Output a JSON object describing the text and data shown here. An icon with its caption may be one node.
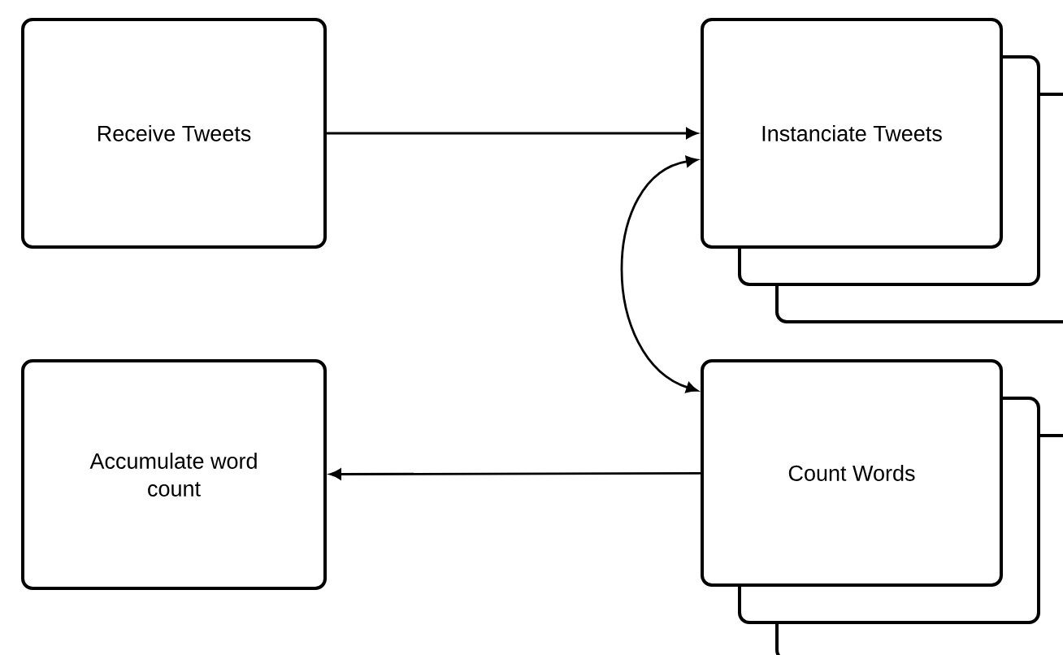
{
  "diagram": {
    "nodes": [
      {
        "text": [
          "Receive Tweets"
        ]
      },
      {
        "text": [
          "Instanciate Tweets"
        ]
      },
      {
        "text": [
          "Accumulate word count"
        ]
      },
      {
        "text": [
          "Count Words"
        ]
      }
    ],
    "edges": [
      {
        "from": 0,
        "to": 1,
        "arrow": "to"
      },
      {
        "from": 1,
        "to": 3,
        "arrow": "both"
      },
      {
        "from": 3,
        "to": 2,
        "arrow": "to"
      }
    ]
  }
}
